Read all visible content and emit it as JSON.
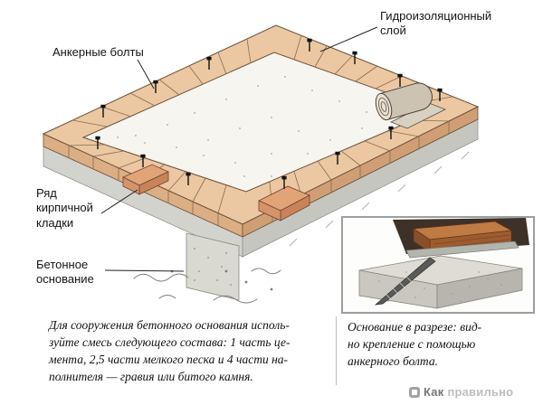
{
  "labels": {
    "waterproofing": "Гидроизоляционный\nслой",
    "anchor_bolts": "Анкерные болты",
    "brick_row": "Ряд\nкирпичной\nкладки",
    "concrete_base": "Бетонное\nоснование"
  },
  "note": {
    "lines": [
      "Для сооружения бетонного основания исполь-",
      "зуйте смесь следующего состава: 1 часть це-",
      "мента, 2,5 части мелкого песка и 4 части на-",
      "полнителя — гравия или битого камня."
    ]
  },
  "inset": {
    "caption_lines": [
      "Основание в разрезе: вид-",
      "но крепление с помощью",
      "анкерного болта."
    ]
  },
  "watermark": {
    "prefix": "Как",
    "suffix": "правильно"
  },
  "colors": {
    "brick_top": "#ecc8a2",
    "brick_side": "#dcae84",
    "accent_brick": "#e2a377",
    "concrete": "#d3d3cd",
    "outline": "#6b4f38"
  }
}
